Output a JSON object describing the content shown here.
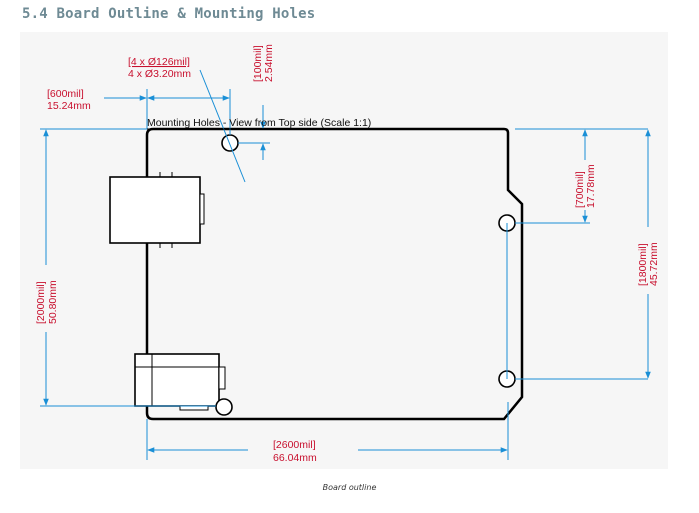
{
  "section_title": "5.4 Board Outline & Mounting Holes",
  "diagram": {
    "view_title": "Mounting Holes - View from Top side (Scale 1:1)",
    "hole_dia_mil": "[4 x Ø126mil]",
    "hole_dia_mm": "4 x Ø3.20mm",
    "offset_x_mil": "[600mil]",
    "offset_x_mm": "15.24mm",
    "offset_y_mil": "[100mil]",
    "offset_y_mm": "2.54mm",
    "hole_gap_mil": "[700mil]",
    "hole_gap_mm": "17.78mm",
    "hole_span_mil": "[1800mil]",
    "hole_span_mm": "45.72mm",
    "height_mil": "[2000mil]",
    "height_mm": "50.80mm",
    "width_mil": "[2600mil]",
    "width_mm": "66.04mm",
    "colors": {
      "dimension_text": "#c8102e",
      "dimension_line": "#1a8fd6",
      "outline": "#000000"
    }
  },
  "caption": "Board outline"
}
